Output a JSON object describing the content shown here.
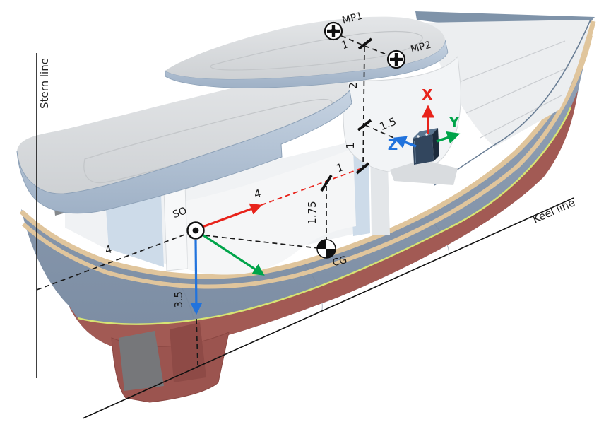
{
  "reference_lines": {
    "stern_label": "Stern line",
    "keel_label": "Keel line"
  },
  "measurement_points": {
    "mp1_label": "MP1",
    "mp2_label": "MP2",
    "so_label": "SO",
    "cg_label": "CG"
  },
  "axes": {
    "x_label": "X",
    "y_label": "Y",
    "z_label": "Z",
    "x_color": "#e8231b",
    "y_color": "#00a44a",
    "z_color": "#2173dd"
  },
  "dimensions": {
    "mp1_to_mast_tick": "1",
    "mast_tick_down": "2",
    "tick_to_sensor": "1.5",
    "upper_to_lower_tick": "1",
    "along_x_axis": "1",
    "so_forward": "4",
    "stern_to_so": "4",
    "tick_to_cg": "1.75",
    "so_down": "3.5"
  },
  "colors": {
    "hull_side": "#8797ad",
    "hull_stripe": "#e0c59c",
    "hull_bottom": "#a25a54",
    "waterline": "#d7e473",
    "superstructure": "#d9dbdd",
    "roof_rim": "#b6c5d7",
    "annotation": "#1a1a1a"
  }
}
